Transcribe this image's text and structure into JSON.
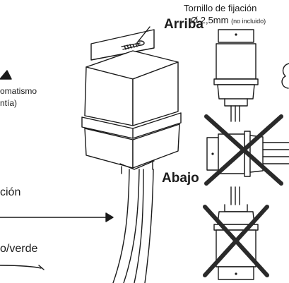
{
  "labels": {
    "screw_name": "Tornillo de fijación",
    "screw_size": "Ø 2,5mm",
    "screw_note": "(no incluido)",
    "top": "Arriba",
    "bottom": "Abajo",
    "auto_fragment": "omatismo",
    "warranty_fragment": "ntía)",
    "cable_fragment": "ción",
    "wire_fragment": "o/verde"
  },
  "colors": {
    "line": "#1a1a1a",
    "cross": "#2a2a2a",
    "background": "#ffffff"
  },
  "icons": [
    "warning-triangle-icon",
    "steam-cloud-icon",
    "cross-icon"
  ]
}
